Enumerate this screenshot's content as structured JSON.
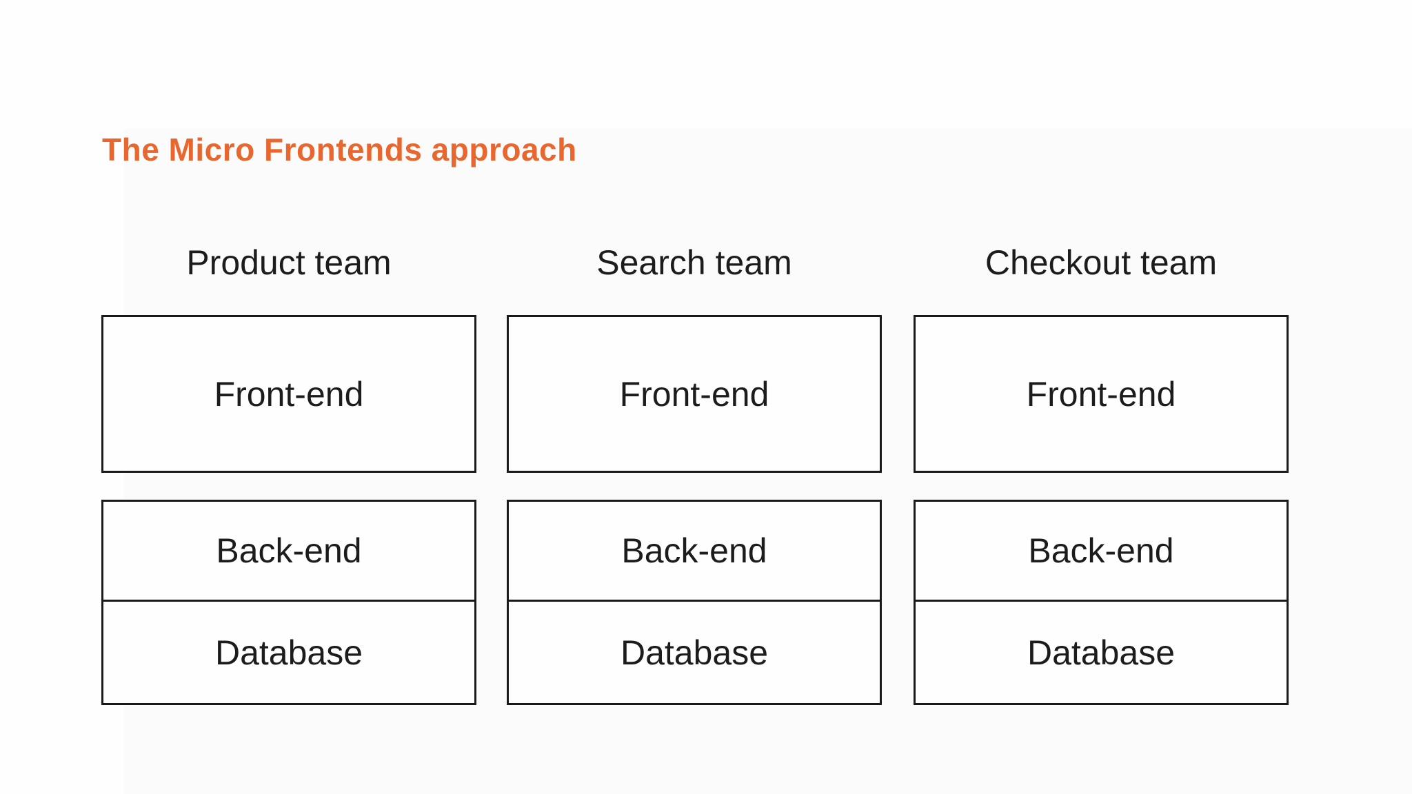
{
  "page": {
    "title": "The Micro Frontends approach",
    "title_color": "#e8672f",
    "background_color": "#fefefe",
    "box_border_color": "#1a1a1a",
    "text_color": "#1c1c1c"
  },
  "teams": [
    {
      "name": "Product team",
      "layers": {
        "frontend": "Front-end",
        "backend": "Back-end",
        "database": "Database"
      }
    },
    {
      "name": "Search team",
      "layers": {
        "frontend": "Front-end",
        "backend": "Back-end",
        "database": "Database"
      }
    },
    {
      "name": "Checkout team",
      "layers": {
        "frontend": "Front-end",
        "backend": "Back-end",
        "database": "Database"
      }
    }
  ]
}
